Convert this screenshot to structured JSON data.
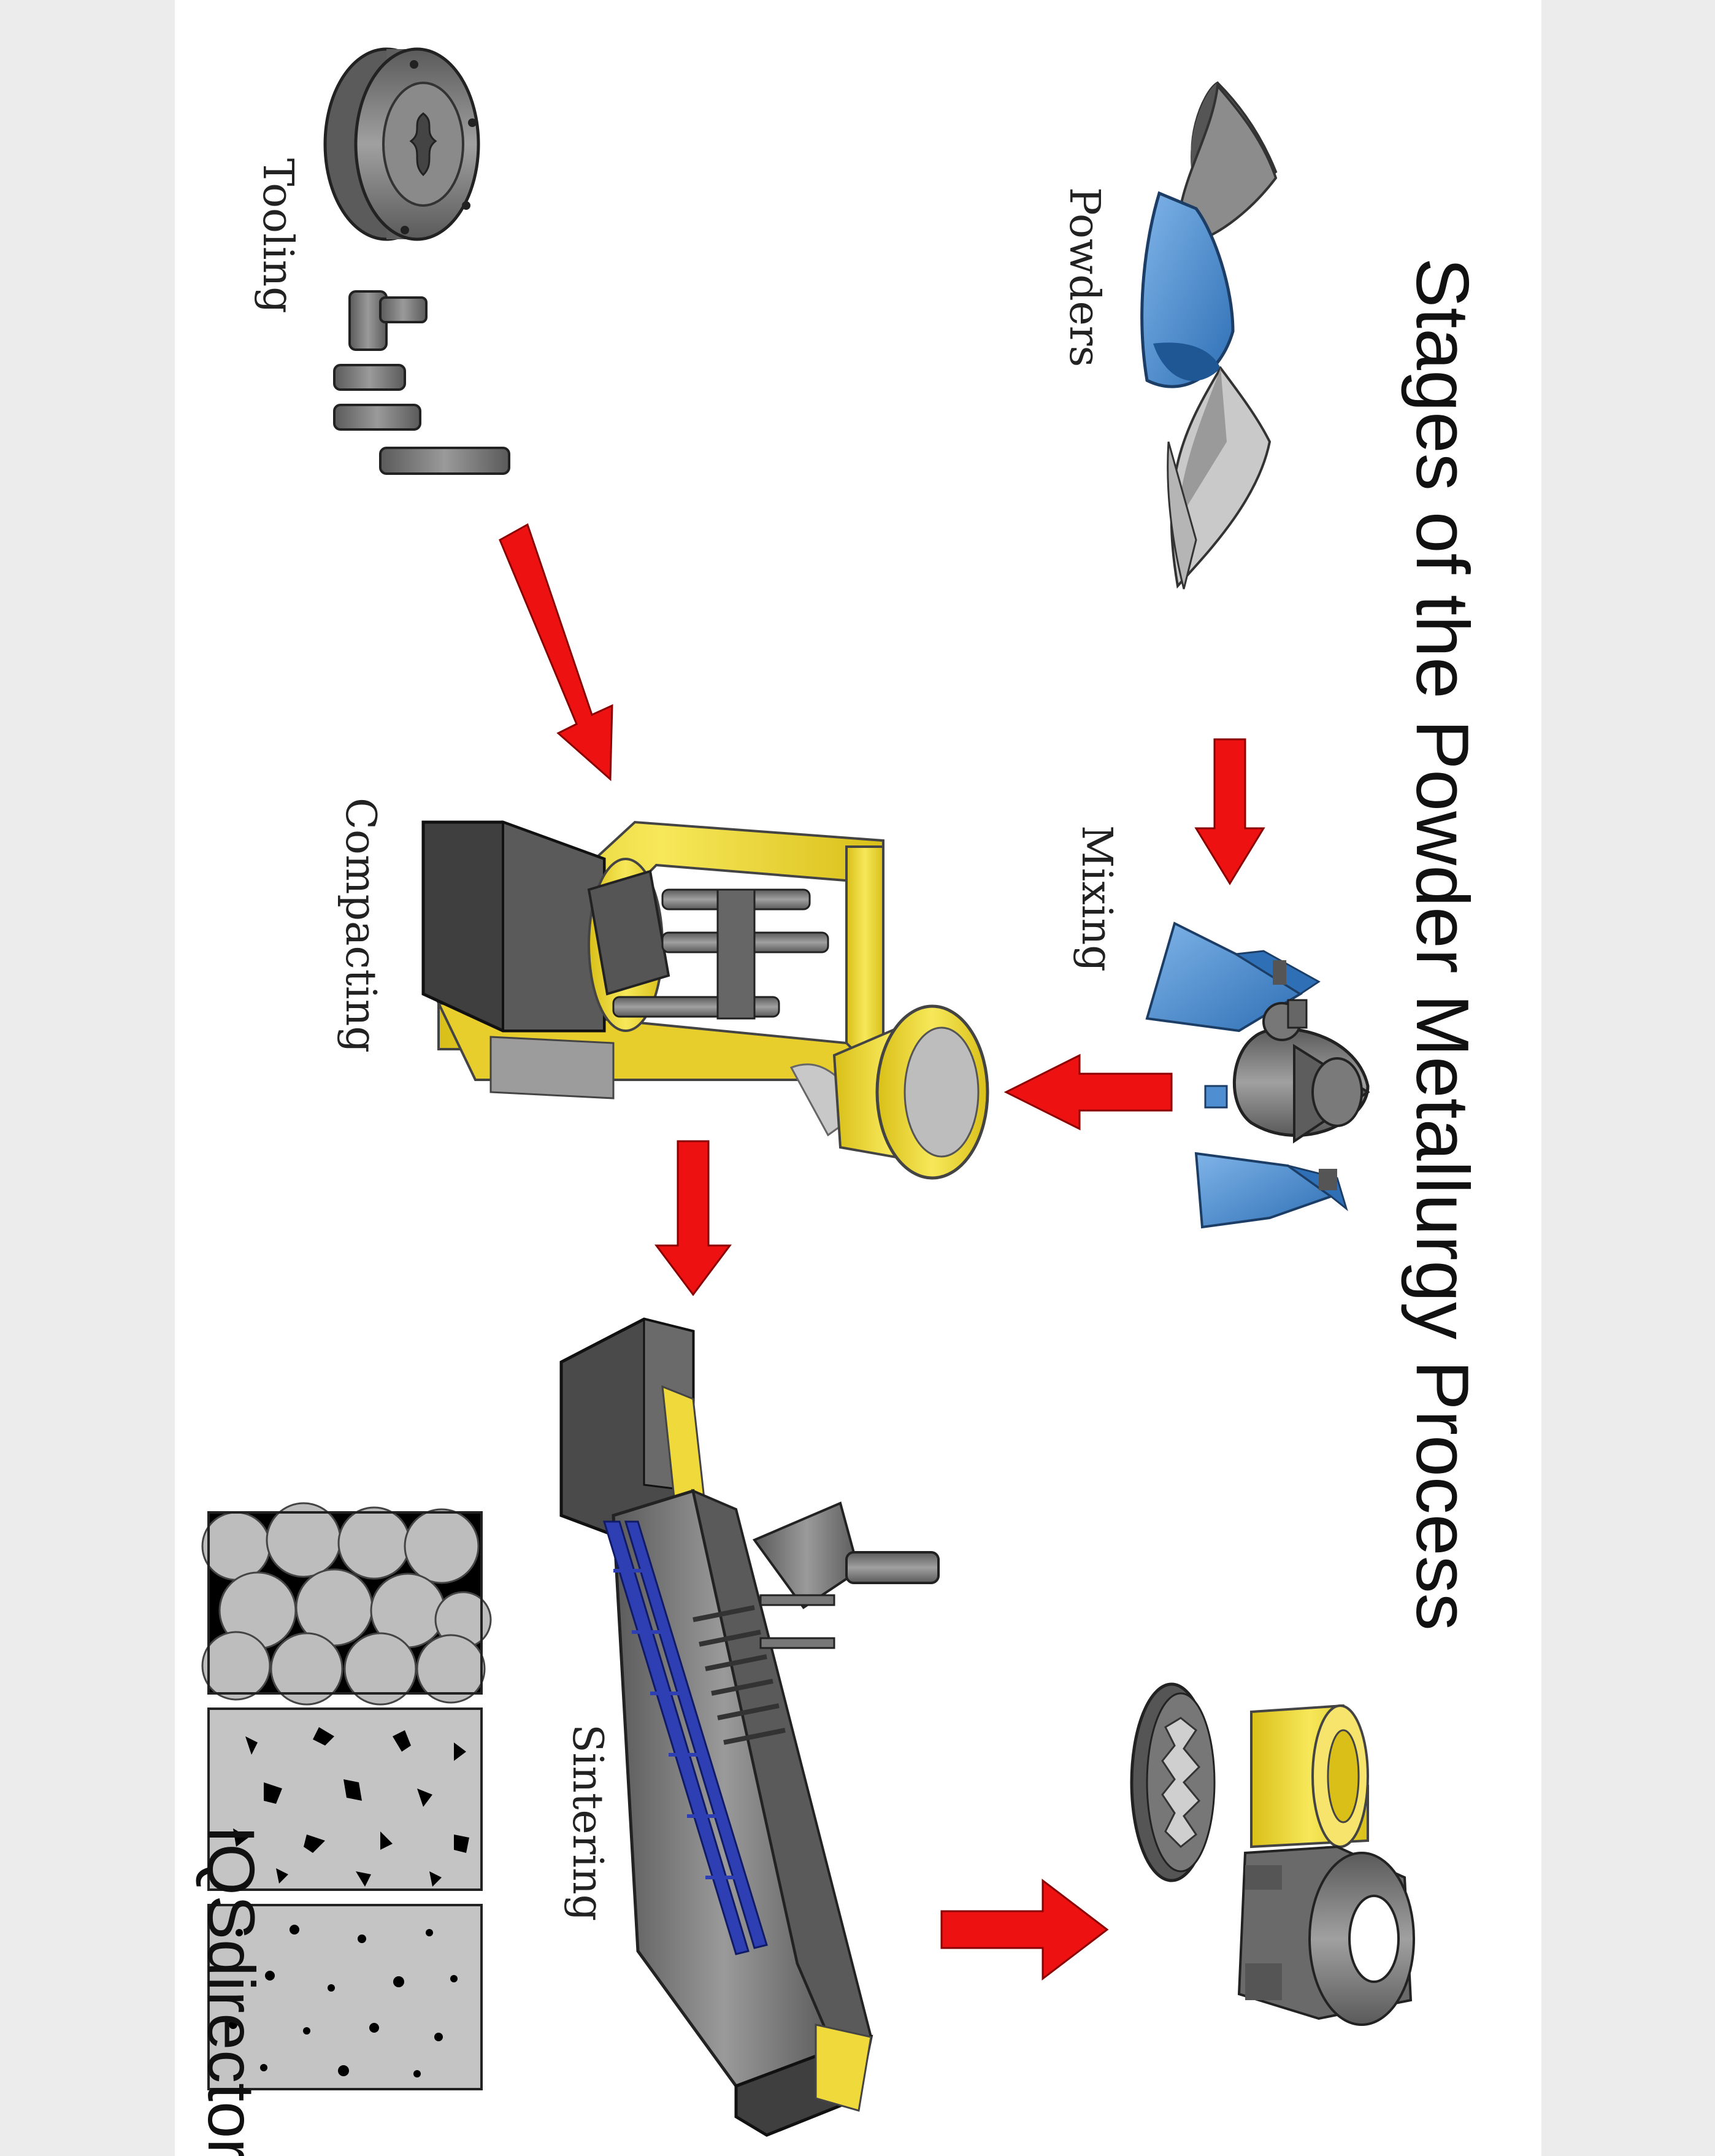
{
  "title": "Stages of the Powder Metallurgy Process",
  "stages": {
    "powders": "Powders",
    "mixing": "Mixing",
    "tooling": "Tooling",
    "compacting": "Compacting",
    "sintering": "Sintering"
  },
  "watermark": "IQSdirectory",
  "icons": {
    "powders": "powder-piles-icon",
    "mixing": "mixer-icon",
    "tooling": "die-and-punches-icon",
    "compacting": "press-icon",
    "sintering": "furnace-icon",
    "finished": "finished-parts-icon",
    "microstructure": "microstructure-panels-icon",
    "arrow": "flow-arrow-icon"
  },
  "colors": {
    "arrow": "#ee1111",
    "accent_yellow": "#f0d93a",
    "accent_blue": "#4f8fd1",
    "steel": "#7d7d7d",
    "dark_steel": "#454545"
  }
}
